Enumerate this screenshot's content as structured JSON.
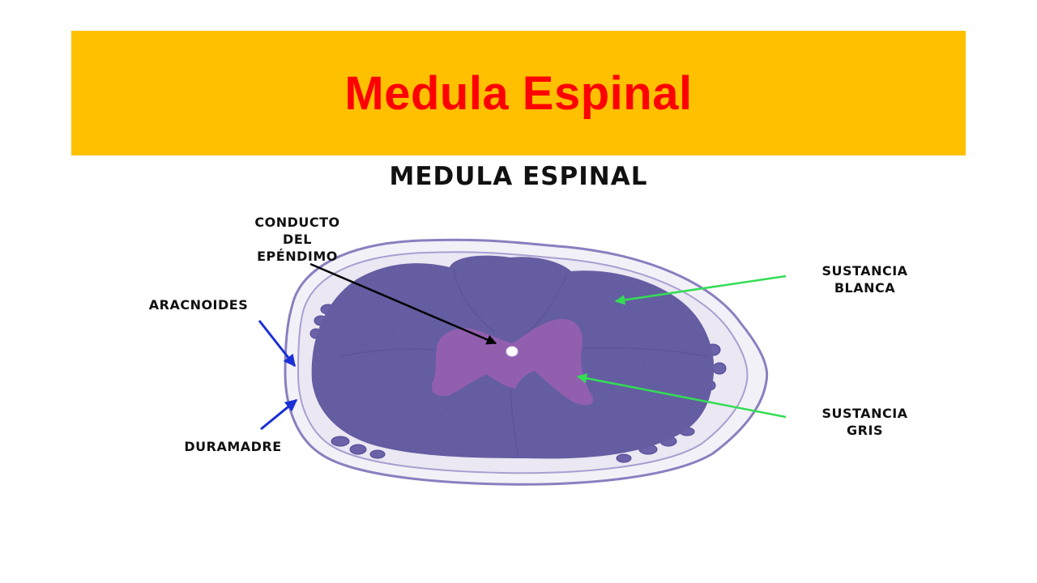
{
  "slide": {
    "title": "Medula Espinal",
    "title_color": "#ff0000",
    "banner_color": "#ffc000"
  },
  "figure": {
    "heading": "MEDULA ESPINAL",
    "labels": {
      "conducto_line1": "CONDUCTO",
      "conducto_line2": "DEL",
      "conducto_line3": "EPÉNDIMO",
      "aracnoides": "ARACNOIDES",
      "duramadre": "DURAMADRE",
      "blanca_line1": "SUSTANCIA",
      "blanca_line2": "BLANCA",
      "gris_line1": "SUSTANCIA",
      "gris_line2": "GRIS"
    },
    "colors": {
      "white_matter": "#6e66b0",
      "gray_matter": "#9a5fb2",
      "meninges": "#8a7fbf",
      "arrow_black": "#000000",
      "arrow_green": "#33dd55",
      "arrow_blue": "#1a2fd6"
    }
  }
}
